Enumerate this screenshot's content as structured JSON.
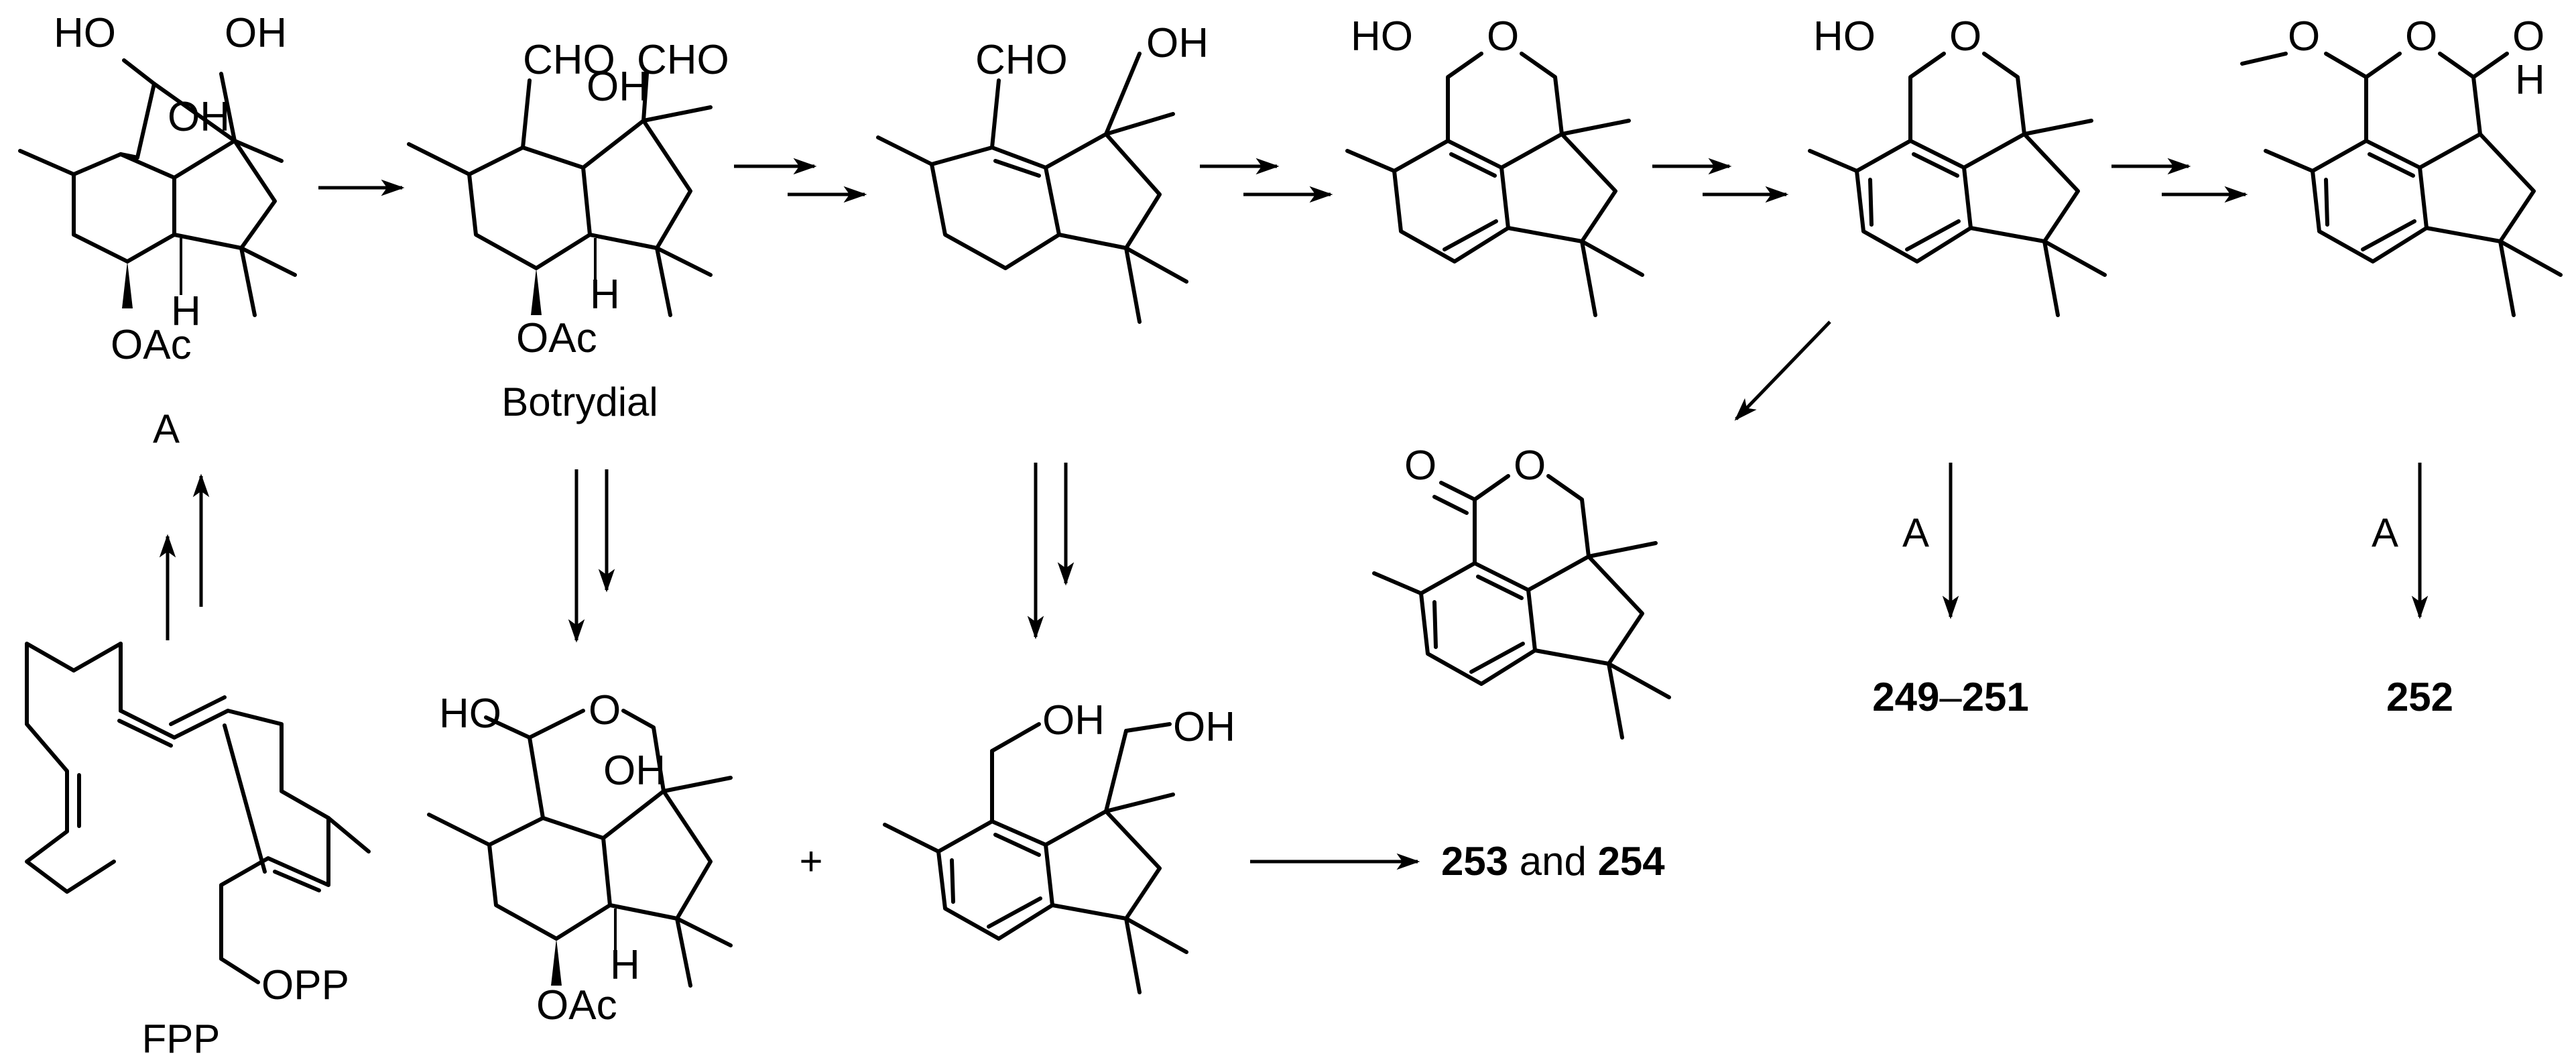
{
  "molecules": {
    "a": {
      "label": "A",
      "groups": {
        "oh1": "HO",
        "oh2": "OH",
        "oh3": "OH",
        "h": "H",
        "oac": "OAc"
      }
    },
    "botrydial": {
      "label": "Botrydial",
      "groups": {
        "cho1": "CHO",
        "cho2": "CHO",
        "oh": "OH",
        "h": "H",
        "oac": "OAc"
      }
    },
    "intermediate_3": {
      "groups": {
        "cho": "CHO",
        "oh": "OH"
      }
    },
    "intermediate_4": {
      "groups": {
        "ho": "HO",
        "o": "O"
      }
    },
    "intermediate_5": {
      "groups": {
        "ho": "HO",
        "o": "O"
      }
    },
    "intermediate_6": {
      "groups": {
        "o1": "O",
        "o2": "O",
        "o3": "O",
        "h": "H"
      }
    },
    "lactone": {
      "groups": {
        "o1": "O",
        "o2": "O"
      }
    },
    "fpp": {
      "label": "FPP",
      "groups": {
        "opp": "OPP"
      }
    },
    "bottom_hemiacetal": {
      "groups": {
        "ho": "HO",
        "o": "O",
        "oh": "OH",
        "h": "H",
        "oac": "OAc"
      }
    },
    "bottom_diol": {
      "groups": {
        "oh1": "OH",
        "oh2": "OH"
      }
    }
  },
  "plus_sign": "+",
  "arrow_labels": {
    "to_249": "A",
    "to_252": "A"
  },
  "products": {
    "p249": {
      "start": "249",
      "dash": "–",
      "end": "251"
    },
    "p252": "252",
    "p253": {
      "a": "253",
      "and": " and ",
      "b": "254"
    }
  }
}
